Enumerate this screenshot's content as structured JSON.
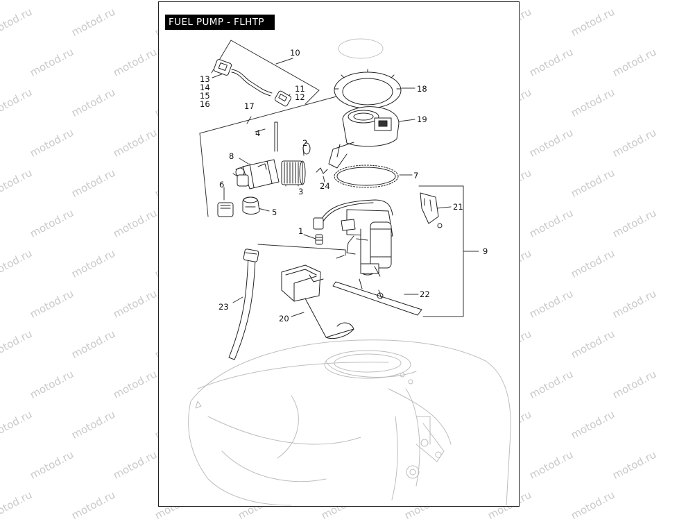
{
  "title": "FUEL PUMP - FLHTP",
  "watermark": "motod.ru",
  "callouts": {
    "c1": "1",
    "c2": "2",
    "c3": "3",
    "c4": "4",
    "c5": "5",
    "c6": "6",
    "c7": "7",
    "c8": "8",
    "c9": "9",
    "c10": "10",
    "c11": "11",
    "c12": "12",
    "c13": "13",
    "c14": "14",
    "c15": "15",
    "c16": "16",
    "c17": "17",
    "c18": "18",
    "c19": "19",
    "c20": "20",
    "c21": "21",
    "c22": "22",
    "c23": "23",
    "c24": "24"
  }
}
